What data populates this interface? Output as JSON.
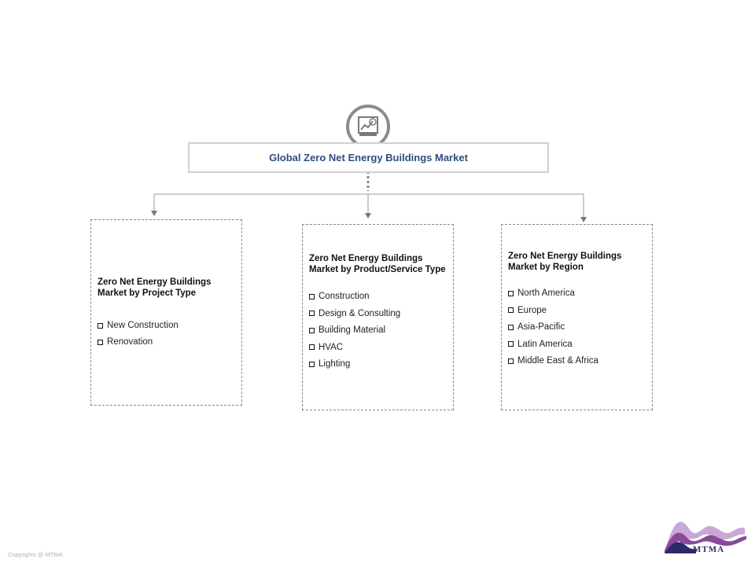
{
  "root": {
    "title": "Global Zero Net Energy Buildings Market",
    "icon": "market-analysis-icon"
  },
  "segments": [
    {
      "title": "Zero Net Energy Buildings Market by Project Type",
      "items": [
        "New Construction",
        "Renovation"
      ]
    },
    {
      "title": "Zero Net Energy Buildings Market by Product/Service Type",
      "items": [
        "Construction",
        "Design & Consulting",
        "Building Material",
        "HVAC",
        "Lighting"
      ]
    },
    {
      "title": "Zero Net Energy Buildings Market by Region",
      "items": [
        "North America",
        "Europe",
        "Asia-Pacific",
        "Latin America",
        "Middle East & Africa"
      ]
    }
  ],
  "footer": {
    "copyright": "Copyrights @ MTMA",
    "logo_text": "MTMA"
  },
  "colors": {
    "title": "#2f4f7f",
    "connector": "#8a8a8a",
    "logo_purple": "#8a4a9a",
    "logo_navy": "#2c2a6a"
  }
}
